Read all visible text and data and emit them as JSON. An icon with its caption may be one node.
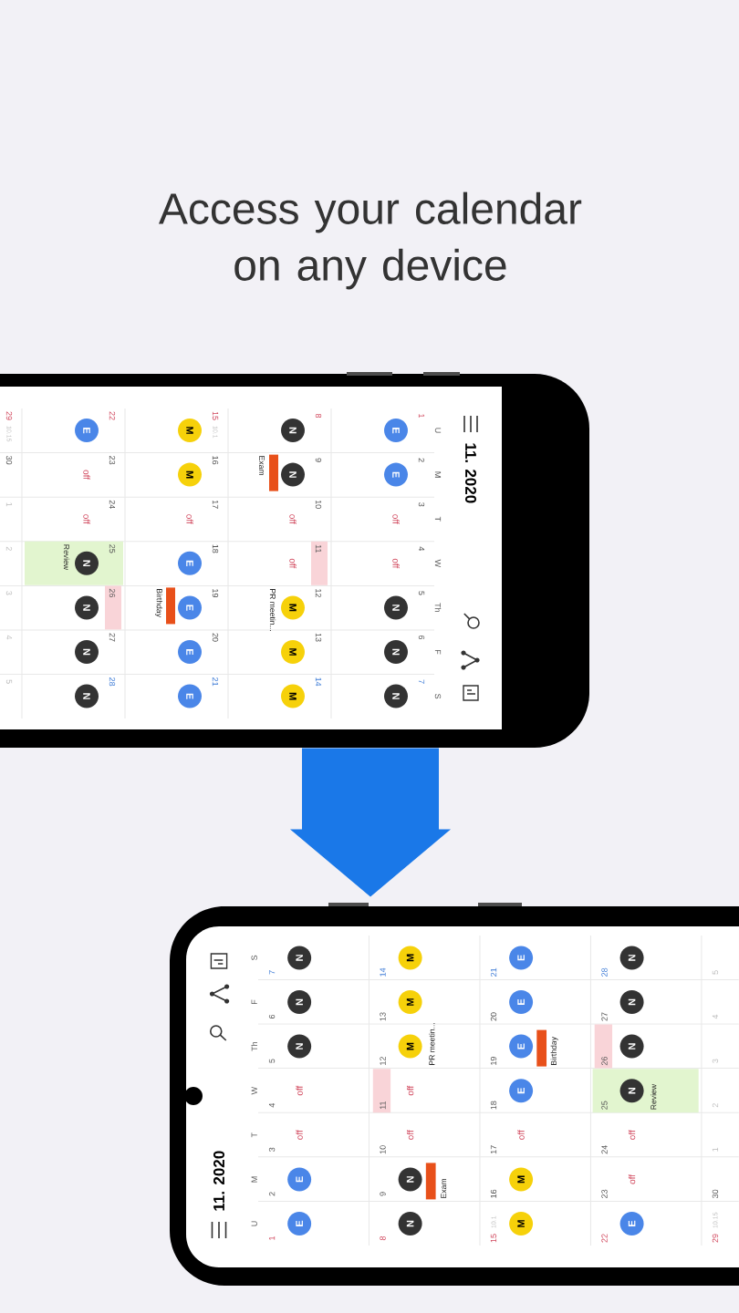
{
  "diagram": {
    "title": "Access your calendar on any device",
    "nodes": [
      {
        "text": [
          "11. 2020",
          "U",
          "M",
          "T",
          "W",
          "Th",
          "F",
          "S",
          "1",
          "E",
          "2",
          "E",
          "3",
          "off",
          "4",
          "off",
          "5",
          "N",
          "6",
          "N",
          "7",
          "N",
          "8",
          "N",
          "9",
          "N",
          "Exam",
          "10",
          "off",
          "11",
          "off",
          "12",
          "M",
          "PR meetin...",
          "13",
          "M",
          "14",
          "M",
          "15",
          "10.1",
          "M",
          "16",
          "M",
          "17",
          "off",
          "18",
          "E",
          "19",
          "E",
          "Birthday",
          "20",
          "E",
          "21",
          "E",
          "22",
          "E",
          "23",
          "off",
          "24",
          "off",
          "25",
          "N",
          "Review",
          "26",
          "N",
          "27",
          "N",
          "28",
          "N",
          "29",
          "10.15",
          "30",
          "1",
          "2",
          "3",
          "4",
          "5"
        ]
      },
      {
        "text": [
          "11. 2020",
          "U",
          "M",
          "T",
          "W",
          "Th",
          "F",
          "S",
          "1",
          "E",
          "2",
          "E",
          "3",
          "off",
          "4",
          "off",
          "5",
          "N",
          "6",
          "N",
          "7",
          "N",
          "8",
          "N",
          "9",
          "N",
          "Exam",
          "10",
          "off",
          "11",
          "off",
          "12",
          "M",
          "PR meetin...",
          "13",
          "M",
          "14",
          "M",
          "15",
          "10.1",
          "M",
          "16",
          "M",
          "17",
          "off",
          "18",
          "E",
          "19",
          "E",
          "Birthday",
          "20",
          "E",
          "21",
          "E",
          "22",
          "E",
          "23",
          "off",
          "24",
          "off",
          "25",
          "N",
          "Review",
          "26",
          "N",
          "27",
          "N",
          "28",
          "N",
          "29",
          "10.15",
          "30",
          "1",
          "2",
          "3",
          "4",
          "5"
        ]
      }
    ],
    "edges": [
      {
        "from": 0,
        "to": 1,
        "arrow": "to",
        "style": "thick"
      }
    ]
  }
}
